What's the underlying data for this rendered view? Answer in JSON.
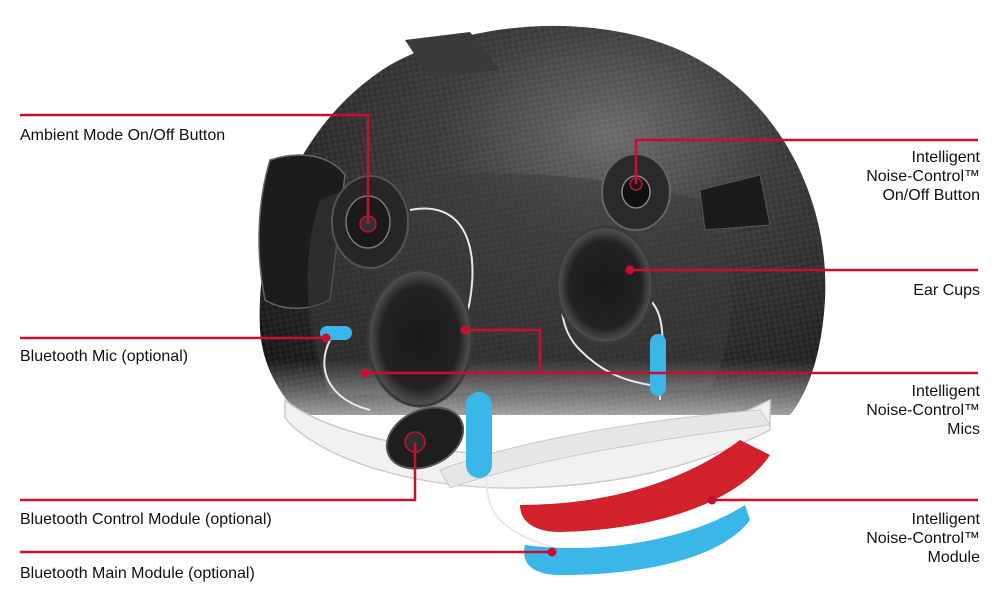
{
  "colors": {
    "leader_red": "#c8102e",
    "accent_blue": "#3ab6e8",
    "module_red": "#d3212c",
    "shell_dark": "#2b2b2b",
    "background": "#ffffff"
  },
  "callouts": [
    {
      "id": "ambient-mode-button",
      "text": "Ambient Mode On/Off Button",
      "side": "left"
    },
    {
      "id": "bluetooth-mic",
      "text": "Bluetooth Mic (optional)",
      "side": "left"
    },
    {
      "id": "bluetooth-control-module",
      "text": "Bluetooth Control Module (optional)",
      "side": "left"
    },
    {
      "id": "bluetooth-main-module",
      "text": "Bluetooth Main Module (optional)",
      "side": "left"
    },
    {
      "id": "inc-on-off-button",
      "text": "Intelligent\nNoise-Control™\nOn/Off Button",
      "side": "right"
    },
    {
      "id": "ear-cups",
      "text": "Ear Cups",
      "side": "right"
    },
    {
      "id": "inc-mics",
      "text": "Intelligent\nNoise-Control™\nMics",
      "side": "right"
    },
    {
      "id": "inc-module",
      "text": "Intelligent\nNoise-Control™\nModule",
      "side": "right"
    }
  ]
}
